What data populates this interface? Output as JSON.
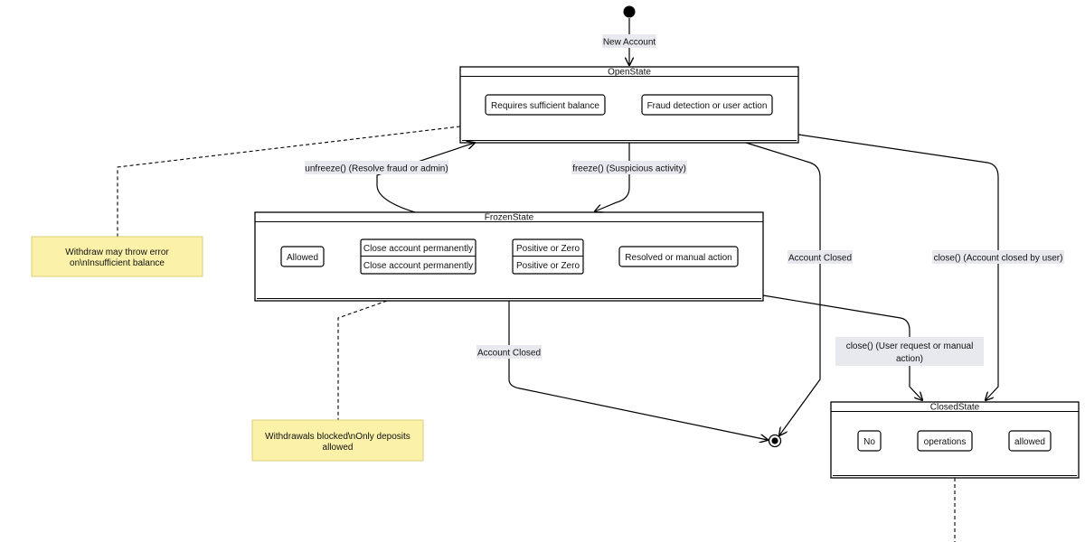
{
  "states": {
    "open": {
      "title": "OpenState",
      "items": [
        "Requires sufficient balance",
        "Fraud detection or user action"
      ]
    },
    "frozen": {
      "title": "FrozenState",
      "items": [
        "Allowed",
        "Close account permanently",
        "Close account permanently",
        "Positive or Zero",
        "Positive or Zero",
        "Resolved or manual action"
      ]
    },
    "closed": {
      "title": "ClosedState",
      "items": [
        "No",
        "operations",
        "allowed"
      ]
    }
  },
  "transitions": {
    "new_account": "New Account",
    "unfreeze": "unfreeze() (Resolve fraud or admin)",
    "freeze": "freeze() (Suspicious activity)",
    "open_account_closed": "Account Closed",
    "open_close": "close() (Account closed by user)",
    "frozen_account_closed": "Account Closed",
    "frozen_close_line1": "close() (User request or manual",
    "frozen_close_line2": "action)"
  },
  "notes": {
    "open_note": [
      "Withdraw may throw error",
      "on\\nInsufficient balance"
    ],
    "frozen_note": [
      "Withdrawals blocked\\nOnly deposits",
      "allowed"
    ]
  }
}
